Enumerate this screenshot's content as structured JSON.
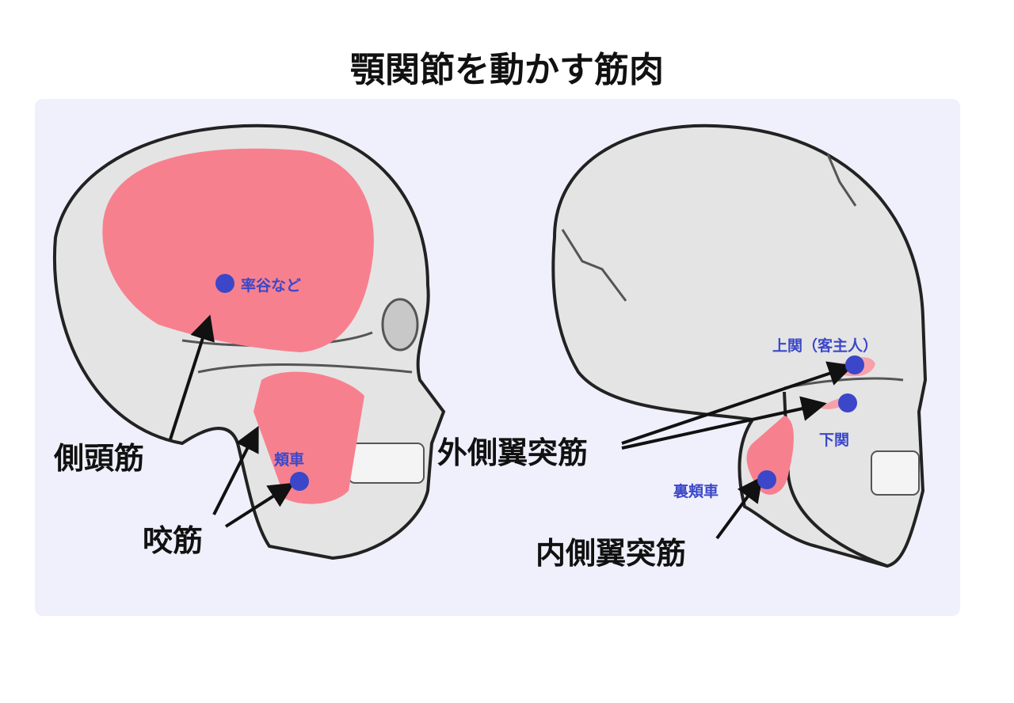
{
  "title": "顎関節を動かす筋肉",
  "colors": {
    "muscle": "#f7808f",
    "point": "#3b47c8",
    "bone": "#e4e4e4",
    "panel": "#f0f0fd"
  },
  "left_skull": {
    "muscles": [
      {
        "name": "側頭筋",
        "points": [
          "率谷など"
        ]
      },
      {
        "name": "咬筋",
        "points": [
          "頬車"
        ]
      }
    ]
  },
  "right_skull": {
    "muscles": [
      {
        "name": "外側翼突筋",
        "points": [
          "上関（客主人）",
          "下関"
        ]
      },
      {
        "name": "内側翼突筋",
        "points": [
          "裏頬車"
        ]
      }
    ]
  }
}
